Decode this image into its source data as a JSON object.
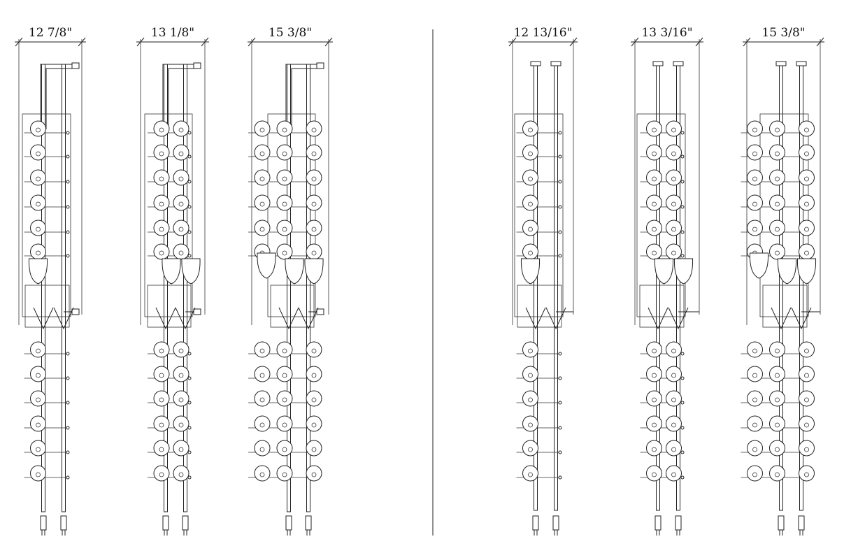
{
  "diagram": {
    "left_group": {
      "racks": [
        {
          "dimension_label": "12 7/8\"",
          "mount": "wall",
          "bottles_per_row": 1,
          "has_glass_holder": true
        },
        {
          "dimension_label": "13 1/8\"",
          "mount": "wall",
          "bottles_per_row": 2,
          "has_glass_holder": true
        },
        {
          "dimension_label": "15 3/8\"",
          "mount": "wall",
          "bottles_per_row": 3,
          "has_glass_holder": true
        }
      ]
    },
    "right_group": {
      "racks": [
        {
          "dimension_label": "12 13/16\"",
          "mount": "ceiling",
          "bottles_per_row": 1,
          "has_glass_holder": true
        },
        {
          "dimension_label": "13 3/16\"",
          "mount": "ceiling",
          "bottles_per_row": 2,
          "has_glass_holder": true
        },
        {
          "dimension_label": "15 3/8\"",
          "mount": "ceiling",
          "bottles_per_row": 3,
          "has_glass_holder": true
        }
      ]
    },
    "colors": {
      "line": "#222222",
      "background": "#ffffff"
    }
  }
}
